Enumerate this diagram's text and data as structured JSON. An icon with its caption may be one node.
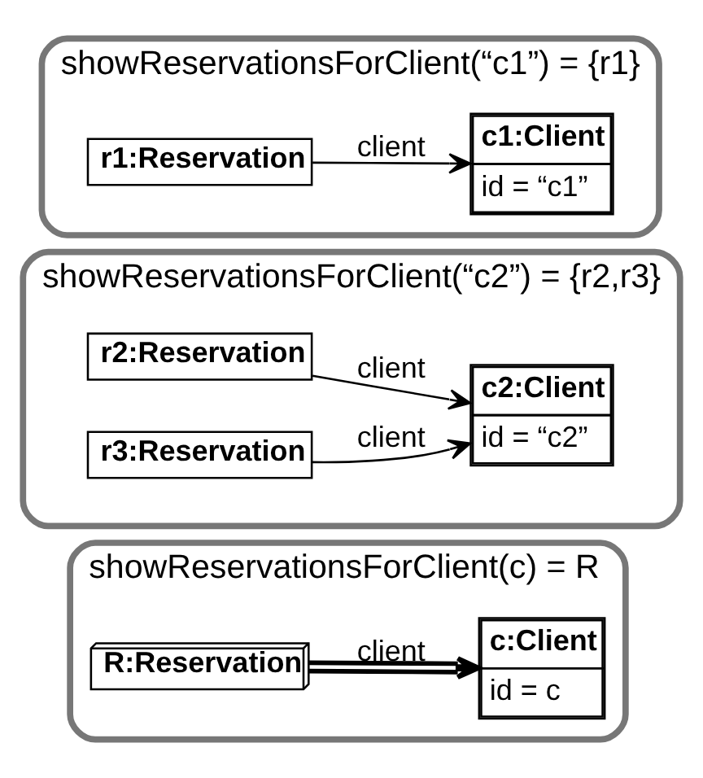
{
  "diagram": {
    "nodes": [
      {
        "text": [
          "showReservationsForClient(“c1”) = {r1}"
        ]
      },
      {
        "text": [
          "r1:Reservation"
        ],
        "in": 0
      },
      {
        "text": [
          "c1:Client",
          "id = “c1”"
        ],
        "in": 0
      },
      {
        "text": [
          "showReservationsForClient(“c2”) = {r2,r3}"
        ]
      },
      {
        "text": [
          "r2:Reservation"
        ],
        "in": 3
      },
      {
        "text": [
          "c2:Client",
          "id = “c2”"
        ],
        "in": 3
      },
      {
        "text": [
          "r3:Reservation"
        ],
        "in": 3
      },
      {
        "text": [
          "showReservationsForClient(c) = R"
        ]
      },
      {
        "text": [
          "R:Reservation"
        ],
        "in": 7
      },
      {
        "text": [
          "c:Client",
          "id = c"
        ],
        "in": 7
      }
    ],
    "edges": [
      {
        "from": 1,
        "to": 2,
        "arrow": "to",
        "label": "client"
      },
      {
        "from": 4,
        "to": 5,
        "arrow": "to",
        "label": "client"
      },
      {
        "from": 6,
        "to": 5,
        "arrow": "to",
        "label": "client"
      },
      {
        "from": 8,
        "to": 9,
        "arrow": "to",
        "label": "client",
        "style": "thick"
      }
    ]
  }
}
